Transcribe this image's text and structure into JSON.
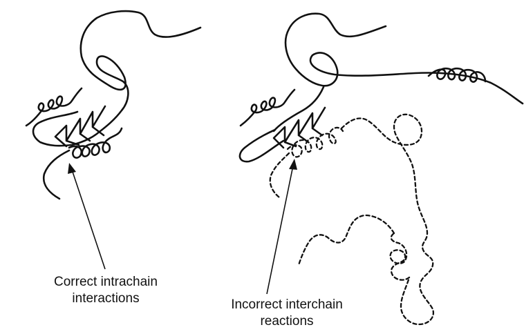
{
  "colors": {
    "ink": "#111111",
    "background": "#ffffff"
  },
  "panels": {
    "left": {
      "caption_line1": "Correct intrachain",
      "caption_line2": "interactions"
    },
    "right": {
      "caption_line1": "Incorrect interchain",
      "caption_line2": "reactions"
    }
  }
}
